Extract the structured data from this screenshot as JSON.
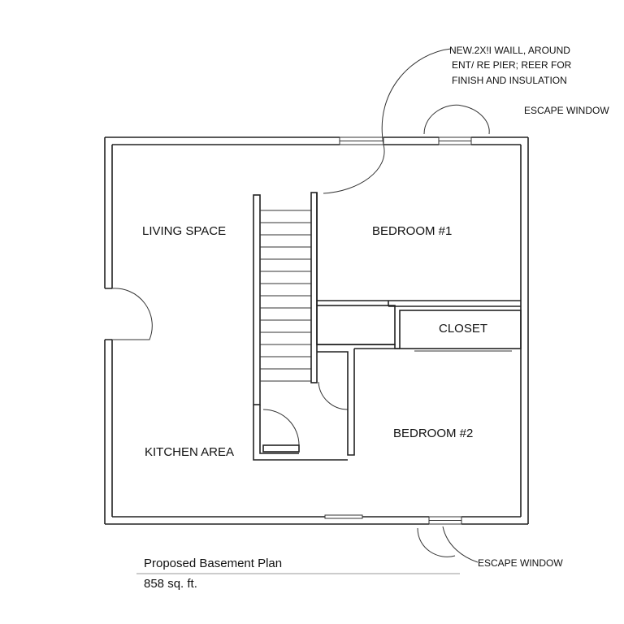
{
  "plan": {
    "rooms": {
      "living_space": "LIVING SPACE",
      "bedroom_1": "BEDROOM #1",
      "closet": "CLOSET",
      "bedroom_2": "BEDROOM #2",
      "kitchen_area": "KITCHEN AREA"
    },
    "notes": {
      "wall_note_line1": "NEW.2X!I WAILL, AROUND",
      "wall_note_line2": "ENT/ RE PIER; REER FOR",
      "wall_note_line3": "FINISH AND INSULATION",
      "escape_window_top": "ESCAPE WINDOW",
      "escape_window_bottom": "ESCAPE WINDOW"
    }
  },
  "caption": {
    "title": "Proposed Basement Plan",
    "area": "858 sq. ft."
  }
}
